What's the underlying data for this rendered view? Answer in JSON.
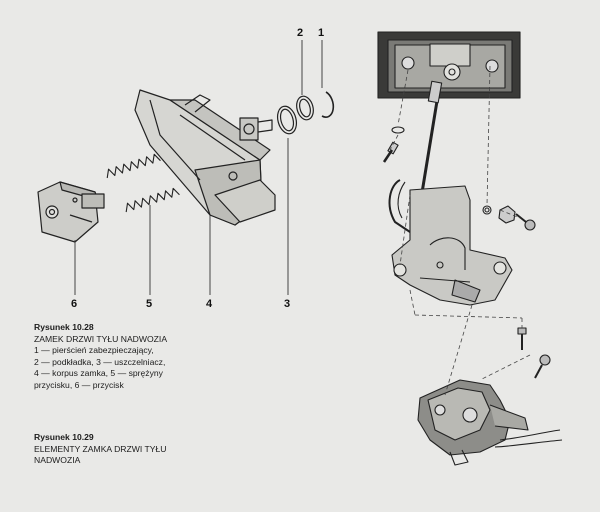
{
  "figure_left": {
    "callouts": [
      "1",
      "2",
      "3",
      "4",
      "5",
      "6"
    ]
  },
  "caption_1028": {
    "title": "Rysunek 10.28",
    "heading": "ZAMEK DRZWI TYŁU NADWOZIA",
    "lines": [
      "1 — pierścień zabezpieczający,",
      "2 — podkładka, 3 — uszczelniacz,",
      "4 — korpus zamka, 5 — sprężyny",
      "przycisku, 6 — przycisk"
    ]
  },
  "caption_1029": {
    "title": "Rysunek 10.29",
    "lines": [
      "ELEMENTY ZAMKA DRZWI TYŁU",
      "NADWOZIA"
    ]
  }
}
